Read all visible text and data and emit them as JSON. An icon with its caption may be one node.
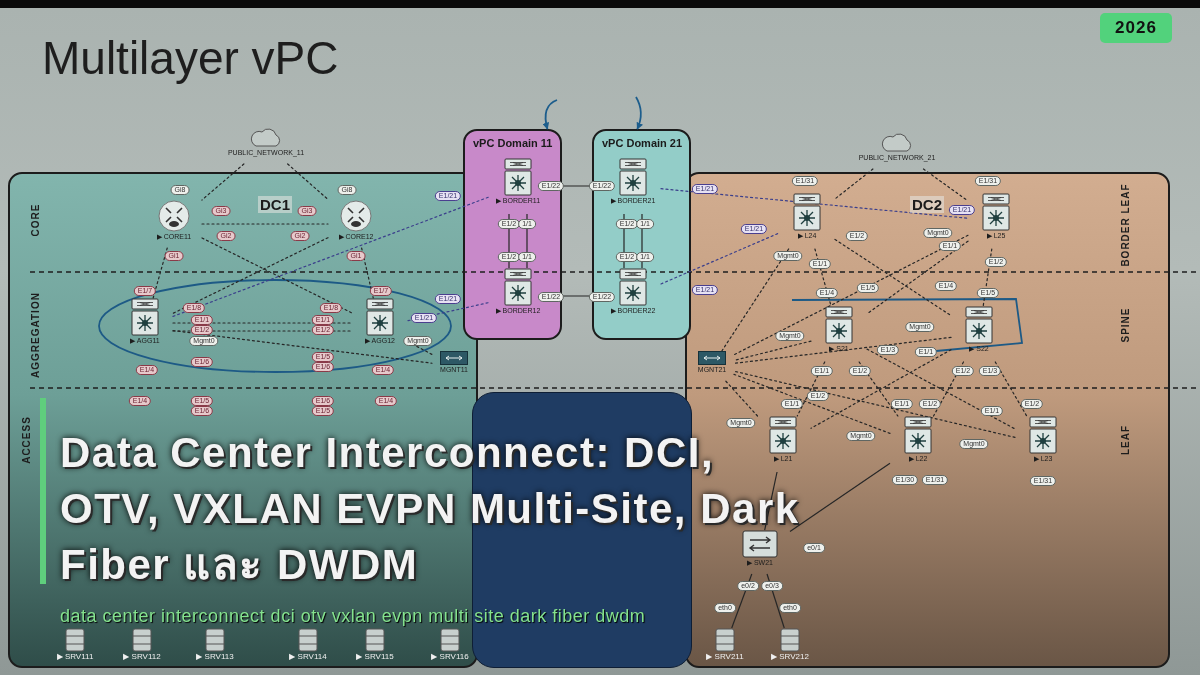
{
  "diagram": {
    "title": "Multilayer vPC",
    "nodes": [
      {
        "text": [
          "DC1"
        ]
      },
      {
        "text": [
          "DC2"
        ]
      },
      {
        "text": [
          "vPC Domain 11"
        ]
      },
      {
        "text": [
          "vPC Domain 21"
        ]
      },
      {
        "text": [
          "PUBLIC_NETWORK_11"
        ]
      },
      {
        "text": [
          "PUBLIC_NETWORK_21"
        ]
      },
      {
        "text": [
          "▶ CORE11"
        ],
        "in": 0
      },
      {
        "text": [
          "▶ CORE12"
        ],
        "in": 0
      },
      {
        "text": [
          "▶ AGG11"
        ],
        "in": 0
      },
      {
        "text": [
          "▶ AGG12"
        ],
        "in": 0
      },
      {
        "text": [
          "▶ BORDER11"
        ],
        "in": 2
      },
      {
        "text": [
          "▶ BORDER12"
        ],
        "in": 2
      },
      {
        "text": [
          "▶ BORDER21"
        ],
        "in": 3
      },
      {
        "text": [
          "▶ BORDER22"
        ],
        "in": 3
      },
      {
        "text": [
          "MGNT11"
        ],
        "in": 0
      },
      {
        "text": [
          "MGNT21"
        ],
        "in": 1
      },
      {
        "text": [
          "▶ L24"
        ],
        "in": 1
      },
      {
        "text": [
          "▶ L25"
        ],
        "in": 1
      },
      {
        "text": [
          "▶ S21"
        ],
        "in": 1
      },
      {
        "text": [
          "▶ S22"
        ],
        "in": 1
      },
      {
        "text": [
          "▶ L21"
        ],
        "in": 1
      },
      {
        "text": [
          "▶ L22"
        ],
        "in": 1
      },
      {
        "text": [
          "▶ L23"
        ],
        "in": 1
      },
      {
        "text": [
          "▶ SW21"
        ],
        "in": 1
      },
      {
        "text": [
          "▶ SRV111"
        ],
        "in": 0
      },
      {
        "text": [
          "▶ SRV112"
        ],
        "in": 0
      },
      {
        "text": [
          "▶ SRV113"
        ],
        "in": 0
      },
      {
        "text": [
          "▶ SRV114"
        ],
        "in": 0
      },
      {
        "text": [
          "▶ SRV115"
        ],
        "in": 0
      },
      {
        "text": [
          "▶ SRV116"
        ],
        "in": 0
      },
      {
        "text": [
          "▶ SRV211"
        ],
        "in": 1
      },
      {
        "text": [
          "▶ SRV212"
        ],
        "in": 1
      }
    ],
    "edges": [
      {
        "from": 4,
        "to": 6,
        "arrow": "none",
        "style": "dashed"
      },
      {
        "from": 4,
        "to": 7,
        "arrow": "none",
        "style": "dashed"
      },
      {
        "from": 6,
        "to": 7,
        "arrow": "none",
        "style": "dashed"
      },
      {
        "from": 6,
        "to": 8,
        "arrow": "none",
        "style": "dashed"
      },
      {
        "from": 7,
        "to": 9,
        "arrow": "none",
        "style": "dashed"
      },
      {
        "from": 6,
        "to": 9,
        "arrow": "none",
        "style": "dashed"
      },
      {
        "from": 7,
        "to": 8,
        "arrow": "none",
        "style": "dashed"
      },
      {
        "from": 8,
        "to": 9,
        "arrow": "none",
        "style": "dashed"
      },
      {
        "from": 8,
        "to": 9,
        "arrow": "none",
        "style": "dashed"
      },
      {
        "from": 8,
        "to": 14,
        "arrow": "none",
        "style": "dashed"
      },
      {
        "from": 9,
        "to": 14,
        "arrow": "none",
        "style": "dashed"
      },
      {
        "from": 8,
        "to": 10,
        "arrow": "none",
        "style": "dashed",
        "color": "#3b3f8c"
      },
      {
        "from": 9,
        "to": 11,
        "arrow": "none",
        "style": "dashed",
        "color": "#3b3f8c"
      },
      {
        "from": 10,
        "to": 11,
        "arrow": "none"
      },
      {
        "from": 10,
        "to": 11,
        "arrow": "none"
      },
      {
        "from": 12,
        "to": 13,
        "arrow": "none"
      },
      {
        "from": 12,
        "to": 13,
        "arrow": "none"
      },
      {
        "from": 10,
        "to": 12,
        "arrow": "none"
      },
      {
        "from": 11,
        "to": 13,
        "arrow": "none"
      },
      {
        "from": 12,
        "to": 17,
        "arrow": "none",
        "style": "dashed",
        "color": "#3b3f8c"
      },
      {
        "from": 13,
        "to": 16,
        "arrow": "none",
        "style": "dashed",
        "color": "#3b3f8c"
      },
      {
        "from": 5,
        "to": 16,
        "arrow": "none",
        "style": "dashed"
      },
      {
        "from": 5,
        "to": 17,
        "arrow": "none",
        "style": "dashed"
      },
      {
        "from": 16,
        "to": 18,
        "arrow": "none",
        "style": "dashed"
      },
      {
        "from": 16,
        "to": 19,
        "arrow": "none",
        "style": "dashed"
      },
      {
        "from": 17,
        "to": 18,
        "arrow": "none",
        "style": "dashed"
      },
      {
        "from": 17,
        "to": 19,
        "arrow": "none",
        "style": "dashed"
      },
      {
        "from": 16,
        "to": 15,
        "arrow": "none",
        "style": "dashed"
      },
      {
        "from": 17,
        "to": 15,
        "arrow": "none",
        "style": "dashed"
      },
      {
        "from": 18,
        "to": 15,
        "arrow": "none",
        "style": "dashed"
      },
      {
        "from": 19,
        "to": 15,
        "arrow": "none",
        "style": "dashed"
      },
      {
        "from": 20,
        "to": 15,
        "arrow": "none",
        "style": "dashed"
      },
      {
        "from": 21,
        "to": 15,
        "arrow": "none",
        "style": "dashed"
      },
      {
        "from": 22,
        "to": 15,
        "arrow": "none",
        "style": "dashed"
      },
      {
        "from": 18,
        "to": 20,
        "arrow": "none",
        "style": "dashed"
      },
      {
        "from": 18,
        "to": 21,
        "arrow": "none",
        "style": "dashed"
      },
      {
        "from": 18,
        "to": 22,
        "arrow": "none",
        "style": "dashed"
      },
      {
        "from": 19,
        "to": 20,
        "arrow": "none",
        "style": "dashed"
      },
      {
        "from": 19,
        "to": 21,
        "arrow": "none",
        "style": "dashed"
      },
      {
        "from": 19,
        "to": 22,
        "arrow": "none",
        "style": "dashed"
      },
      {
        "from": 20,
        "to": 23,
        "arrow": "none"
      },
      {
        "from": 21,
        "to": 23,
        "arrow": "none"
      },
      {
        "from": 23,
        "to": 30,
        "arrow": "none"
      },
      {
        "from": 23,
        "to": 31,
        "arrow": "none"
      },
      {
        "from": null,
        "to": 2,
        "arrow": "to",
        "color": "#1c5d8c"
      },
      {
        "from": null,
        "to": 3,
        "arrow": "to",
        "color": "#1c5d8c"
      }
    ],
    "labels": [
      "2026",
      "CORE",
      "AGGREGATION",
      "ACCESS",
      "BORDER LEAF",
      "SPINE",
      "LEAF",
      "Gi8",
      "Gi8",
      "Gi3",
      "Gi3",
      "E1/21",
      "E1/22",
      "E1/22",
      "E1/21",
      "E1/31",
      "E1/31",
      "E1/21",
      "Gi2",
      "Gi2",
      "E1/2",
      "1/1",
      "E1/2",
      "1/1",
      "E1/21",
      "E1/2",
      "Mgmt0",
      "E1/1",
      "Gi1",
      "Gi1",
      "Mgmt0",
      "E1/1",
      "E1/2",
      "E1/2",
      "1/1",
      "E1/2",
      "1/1",
      "E1/7",
      "E1/7",
      "E1/4",
      "E1/5",
      "E1/4",
      "E1/5",
      "E1/21",
      "E1/22",
      "E1/22",
      "E1/21",
      "E1/8",
      "E1/8",
      "E1/1",
      "E1/2",
      "E1/1",
      "E1/2",
      "E1/21",
      "Mgmt0",
      "Mgmt0",
      "Mgmt0",
      "Mgmt0",
      "E1/3",
      "E1/1",
      "E1/5",
      "E1/6",
      "E1/6",
      "E1/4",
      "E1/4",
      "E1/1",
      "E1/2",
      "E1/2",
      "E1/3",
      "E1/4",
      "E1/5",
      "E1/6",
      "E1/6",
      "E1/5",
      "E1/4",
      "E1/1",
      "E1/2",
      "E1/1",
      "E1/2",
      "E1/1",
      "E1/2",
      "Mgmt0",
      "Mgmt0",
      "Mgmt0",
      "E1/30",
      "E1/31",
      "E1/31",
      "e0/1",
      "e0/2",
      "e0/3",
      "eth0",
      "eth0",
      "Data Center Interconnect: DCI, OTV, VXLAN EVPN Multi-Site, Dark Fiber และ DWDM",
      "data center interconnect dci otv vxlan evpn multi site dark fiber dwdm"
    ]
  }
}
